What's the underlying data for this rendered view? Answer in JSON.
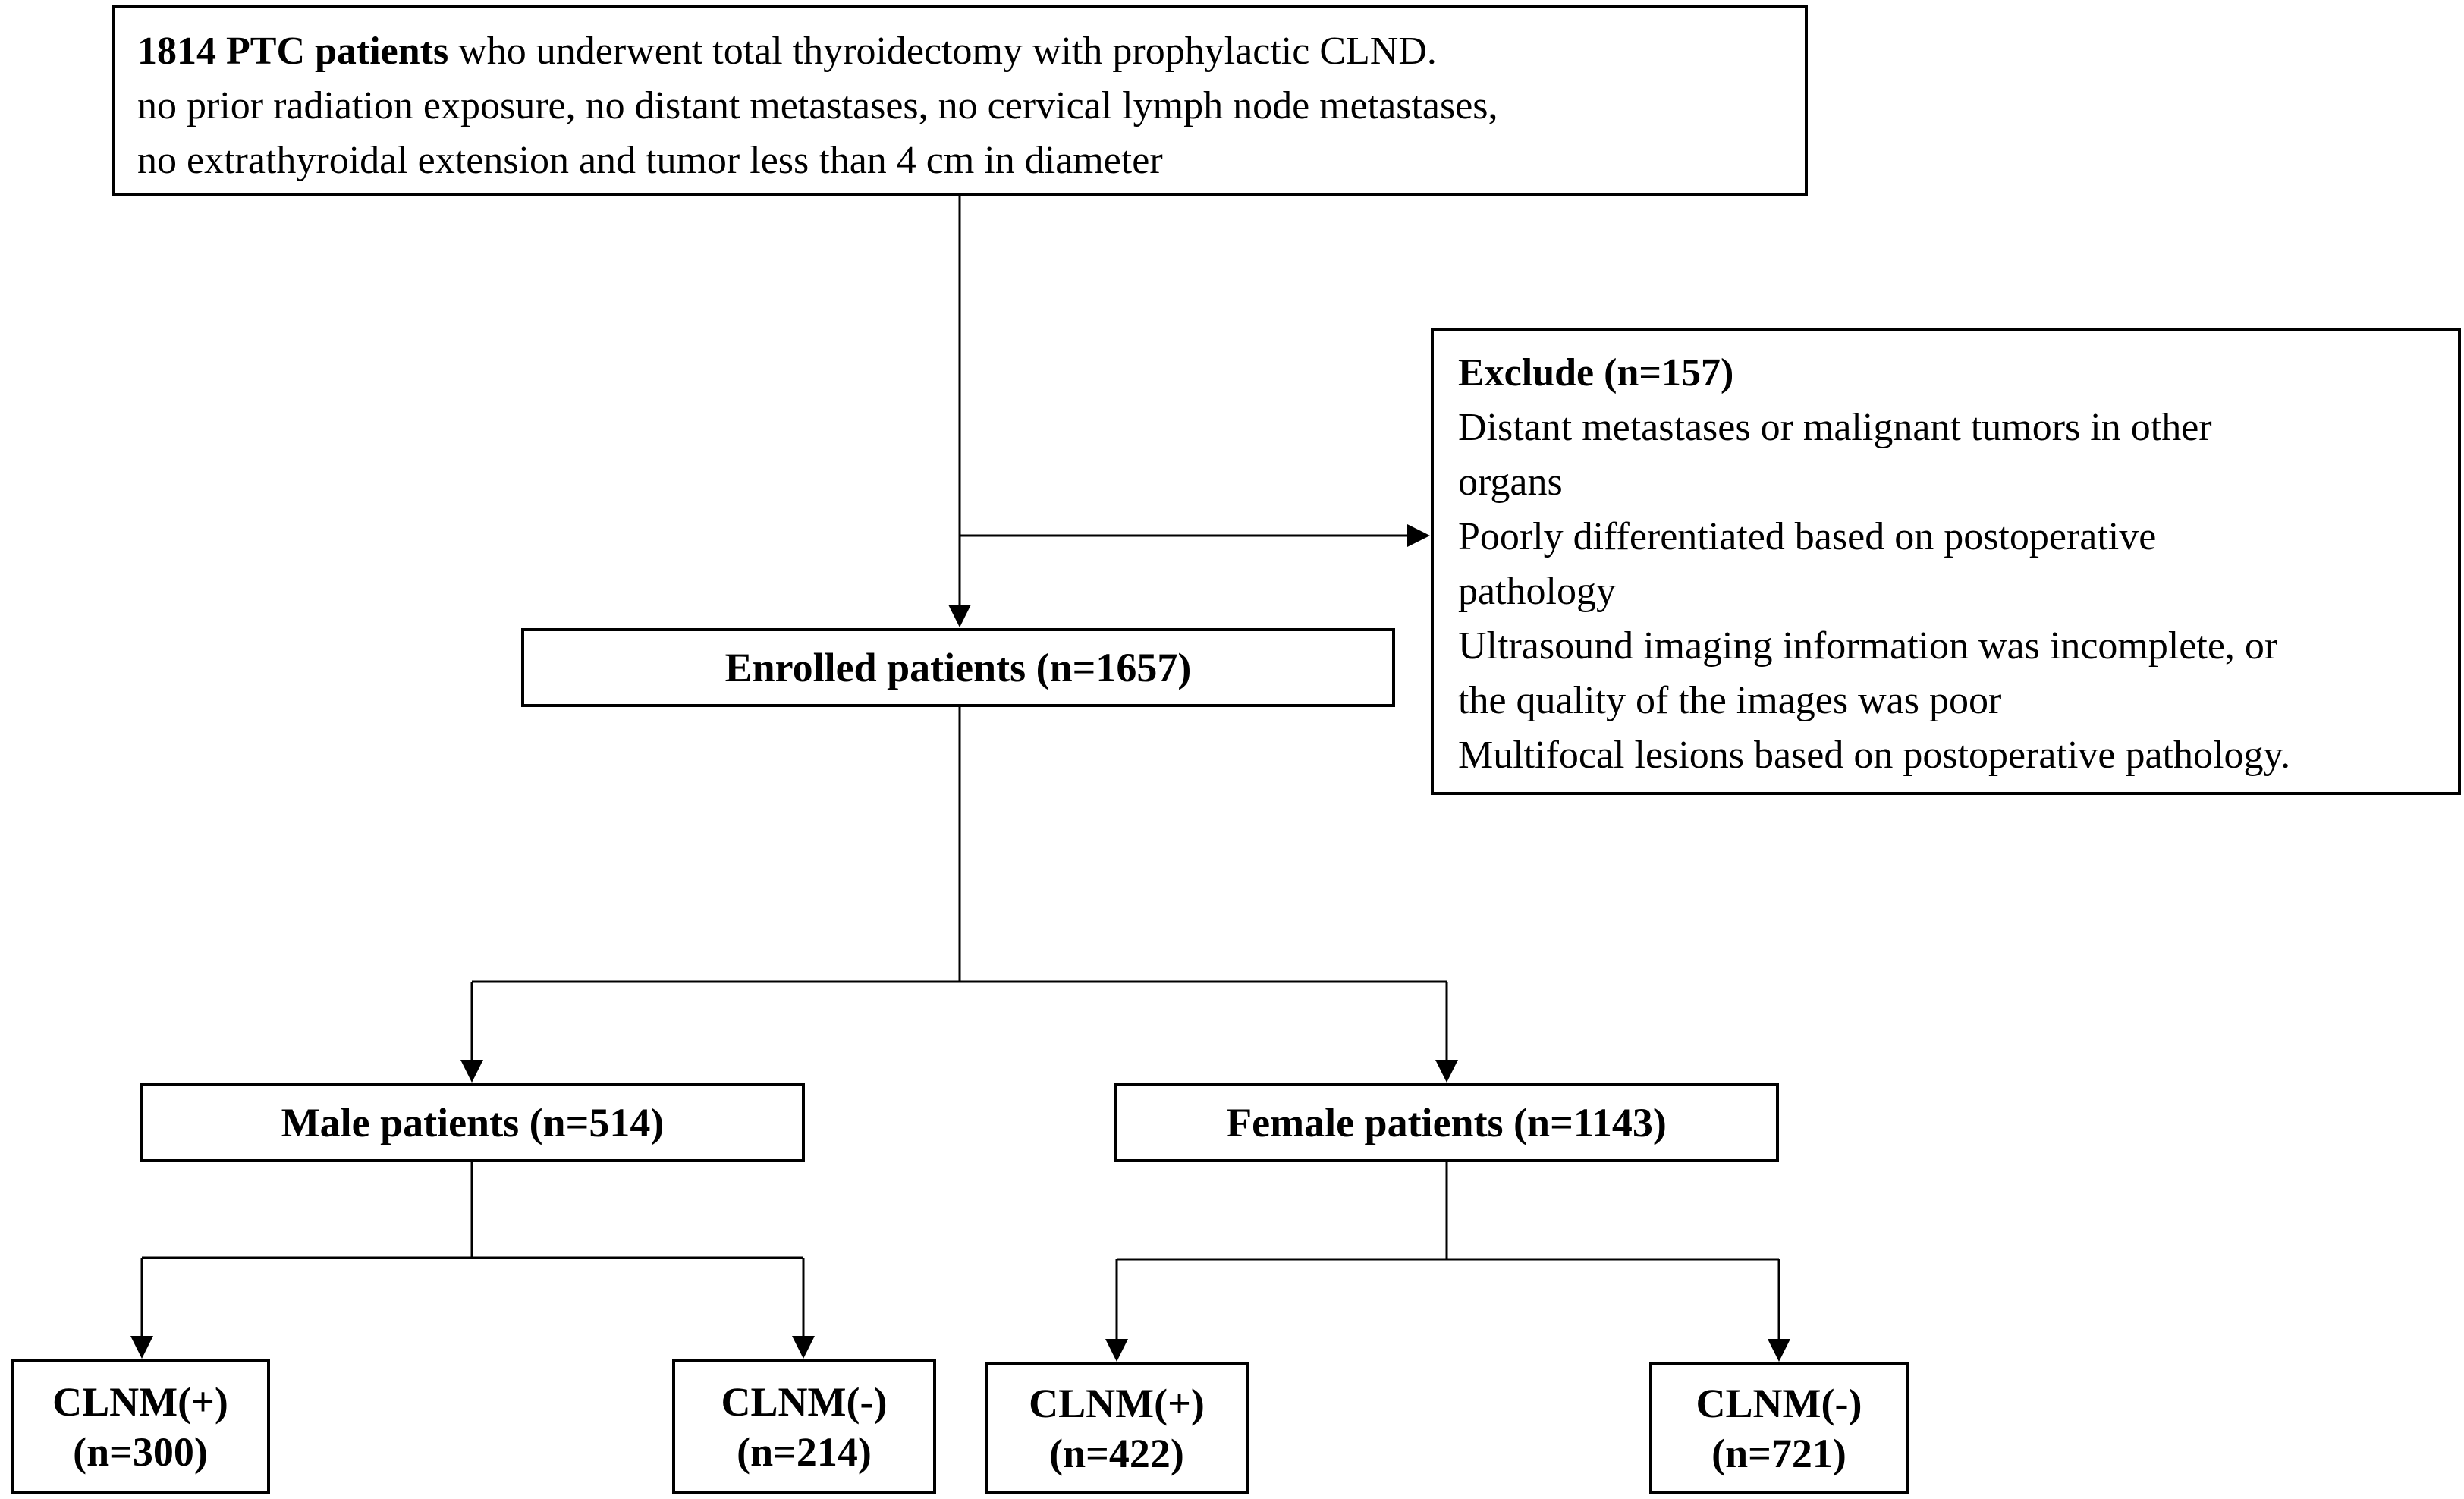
{
  "screened": {
    "count_bold": "1814 PTC patients",
    "line1_rest": " who underwent total thyroidectomy with prophylactic CLND.",
    "line2": "no prior radiation exposure, no distant metastases, no cervical lymph node metastases,",
    "line3": "no extrathyroidal extension and tumor less than 4 cm in diameter"
  },
  "exclude": {
    "title": "Exclude (n=157)",
    "lines": [
      "Distant metastases or malignant tumors in other",
      "organs",
      "Poorly differentiated based on postoperative",
      "pathology",
      "Ultrasound imaging information was incomplete, or",
      "the quality of the images was poor",
      "Multifocal lesions based on postoperative pathology."
    ]
  },
  "enrolled": {
    "label": "Enrolled patients (n=1657)"
  },
  "male": {
    "label": "Male patients (n=514)",
    "positive": {
      "label": "CLNM(+)",
      "n": "(n=300)"
    },
    "negative": {
      "label": "CLNM(-)",
      "n": "(n=214)"
    }
  },
  "female": {
    "label": "Female patients (n=1143)",
    "positive": {
      "label": "CLNM(+)",
      "n": "(n=422)"
    },
    "negative": {
      "label": "CLNM(-)",
      "n": "(n=721)"
    }
  },
  "style": {
    "line_color": "#000000",
    "background": "#ffffff"
  }
}
